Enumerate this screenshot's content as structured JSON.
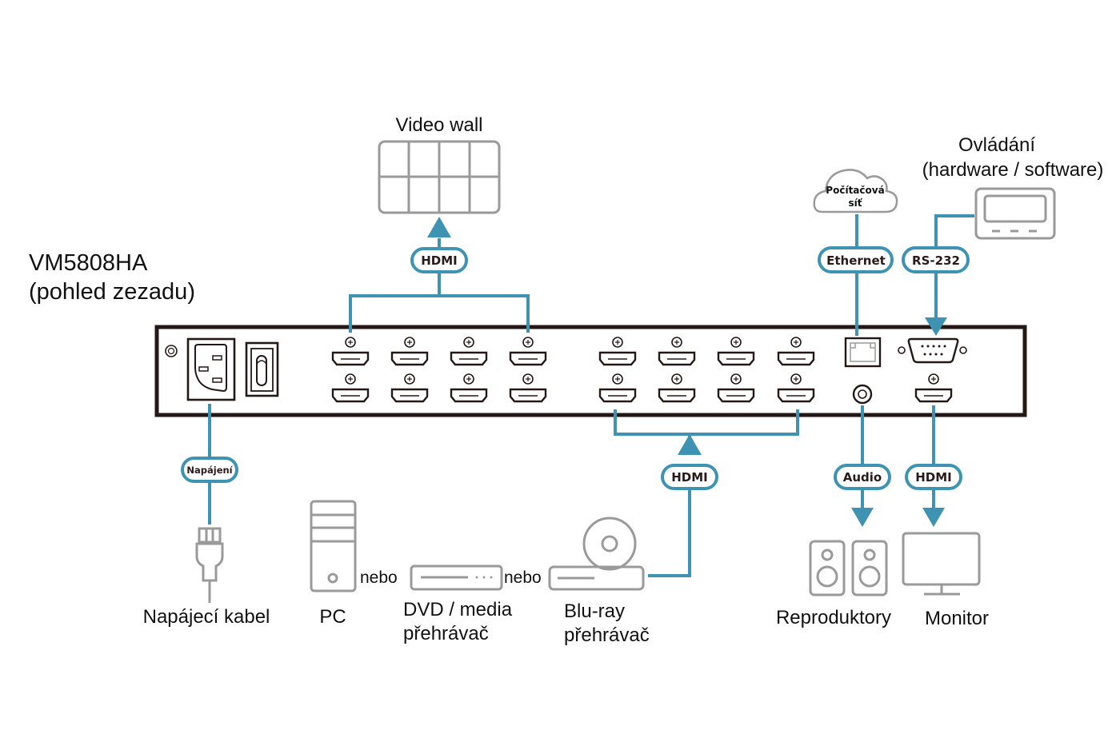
{
  "device": {
    "model": "VM5808HA",
    "view": "(pohled zezadu)"
  },
  "colors": {
    "connection": "#3e93b3",
    "device_outline": "#231815",
    "icon_gray": "#9a9a9a"
  },
  "targets": {
    "video_wall": "Video wall",
    "network_cloud": [
      "Počítačová",
      "síť"
    ],
    "control": [
      "Ovládání",
      "(hardware / software)"
    ],
    "power_cable": "Napájecí kabel",
    "pc": "PC",
    "dvd": [
      "DVD / media",
      "přehrávač"
    ],
    "bluray": [
      "Blu-ray",
      "přehrávač"
    ],
    "speakers": "Reproduktory",
    "monitor": "Monitor"
  },
  "connectors": {
    "hdmi_out": "HDMI",
    "hdmi_in": "HDMI",
    "hdmi_monitor": "HDMI",
    "ethernet": "Ethernet",
    "rs232": "RS-232",
    "power": "Napájení",
    "audio": "Audio"
  },
  "separators": {
    "or_1": "nebo",
    "or_2": "nebo"
  },
  "ports": {
    "hdmi_output_count": 8,
    "hdmi_input_count": 8
  }
}
